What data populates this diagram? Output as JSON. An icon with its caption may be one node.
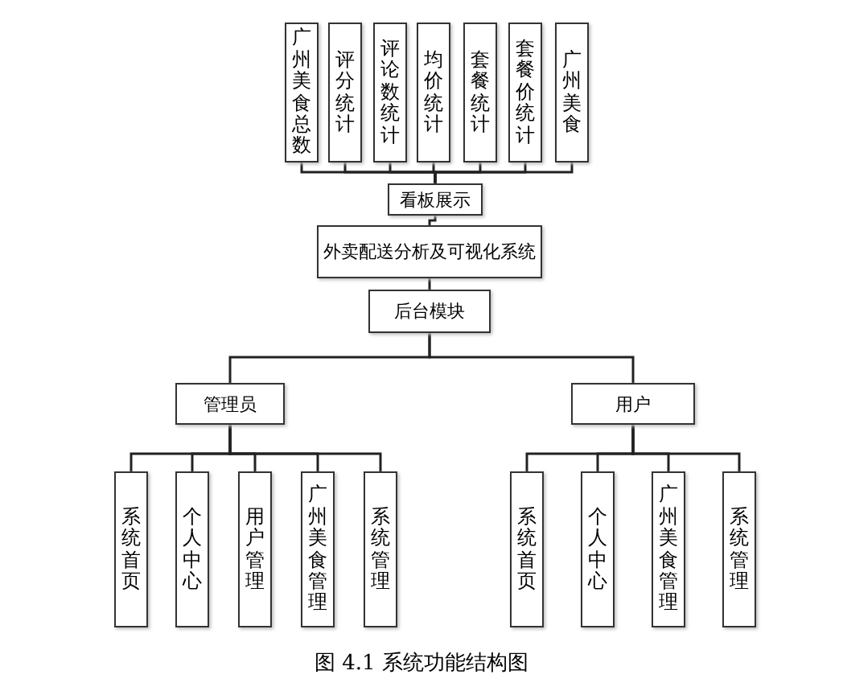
{
  "diagram": {
    "caption": "图 4.1 系统功能结构图",
    "nodes": [
      {
        "text": [
          "广州美食总数"
        ]
      },
      {
        "text": [
          "评分统计"
        ]
      },
      {
        "text": [
          "评论数统计"
        ]
      },
      {
        "text": [
          "均价统计"
        ]
      },
      {
        "text": [
          "套餐统计"
        ]
      },
      {
        "text": [
          "套餐价统计"
        ]
      },
      {
        "text": [
          "广州美食"
        ]
      },
      {
        "text": [
          "看板展示"
        ]
      },
      {
        "text": [
          "外卖配送分析及可视化系统"
        ]
      },
      {
        "text": [
          "后台模块"
        ]
      },
      {
        "text": [
          "管理员"
        ]
      },
      {
        "text": [
          "用户"
        ]
      },
      {
        "text": [
          "系统首页"
        ]
      },
      {
        "text": [
          "个人中心"
        ]
      },
      {
        "text": [
          "用户管理"
        ]
      },
      {
        "text": [
          "广州美食管理"
        ]
      },
      {
        "text": [
          "系统管理"
        ]
      },
      {
        "text": [
          "系统首页"
        ]
      },
      {
        "text": [
          "个人中心"
        ]
      },
      {
        "text": [
          "广州美食管理"
        ]
      },
      {
        "text": [
          "系统管理"
        ]
      }
    ],
    "edges": [
      {
        "from": 7,
        "to": 0,
        "arrow": "none"
      },
      {
        "from": 7,
        "to": 1,
        "arrow": "none"
      },
      {
        "from": 7,
        "to": 2,
        "arrow": "none"
      },
      {
        "from": 7,
        "to": 3,
        "arrow": "none"
      },
      {
        "from": 7,
        "to": 4,
        "arrow": "none"
      },
      {
        "from": 7,
        "to": 5,
        "arrow": "none"
      },
      {
        "from": 7,
        "to": 6,
        "arrow": "none"
      },
      {
        "from": 8,
        "to": 7,
        "arrow": "none"
      },
      {
        "from": 8,
        "to": 9,
        "arrow": "none"
      },
      {
        "from": 9,
        "to": 10,
        "arrow": "none"
      },
      {
        "from": 9,
        "to": 11,
        "arrow": "none"
      },
      {
        "from": 10,
        "to": 12,
        "arrow": "none"
      },
      {
        "from": 10,
        "to": 13,
        "arrow": "none"
      },
      {
        "from": 10,
        "to": 14,
        "arrow": "none"
      },
      {
        "from": 10,
        "to": 15,
        "arrow": "none"
      },
      {
        "from": 10,
        "to": 16,
        "arrow": "none"
      },
      {
        "from": 11,
        "to": 17,
        "arrow": "none"
      },
      {
        "from": 11,
        "to": 18,
        "arrow": "none"
      },
      {
        "from": 11,
        "to": 19,
        "arrow": "none"
      },
      {
        "from": 11,
        "to": 20,
        "arrow": "none"
      }
    ]
  }
}
